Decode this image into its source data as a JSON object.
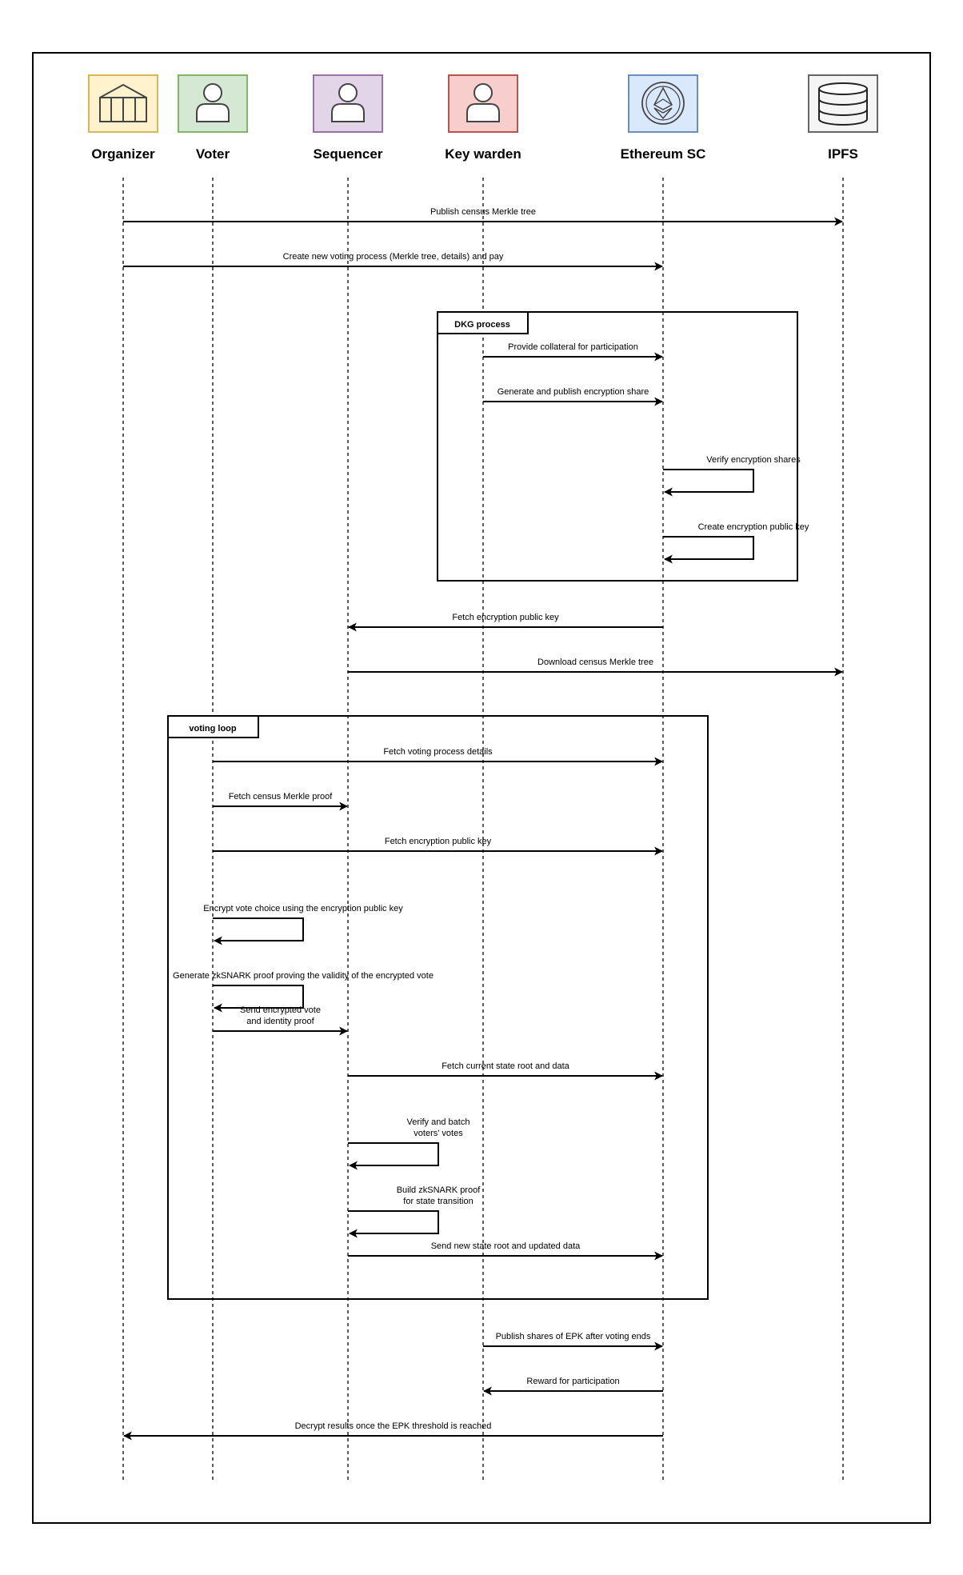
{
  "actors": [
    {
      "id": "organizer",
      "name": "Organizer",
      "icon": "government-building-icon",
      "fill": "#fff2cc",
      "stroke": "#d6b656"
    },
    {
      "id": "voter",
      "name": "Voter",
      "icon": "user-icon",
      "fill": "#d5e8d4",
      "stroke": "#82b366"
    },
    {
      "id": "sequencer",
      "name": "Sequencer",
      "icon": "user-icon",
      "fill": "#e1d5e7",
      "stroke": "#9673a6"
    },
    {
      "id": "keywarden",
      "name": "Key warden",
      "icon": "user-icon",
      "fill": "#f8cecc",
      "stroke": "#b85450"
    },
    {
      "id": "ethereum",
      "name": "Ethereum SC",
      "icon": "ethereum-icon",
      "fill": "#dae8fc",
      "stroke": "#6c8ebf"
    },
    {
      "id": "ipfs",
      "name": "IPFS",
      "icon": "database-icon",
      "fill": "#f5f5f5",
      "stroke": "#666666"
    }
  ],
  "frames": [
    {
      "id": "dkg",
      "title": "DKG process"
    },
    {
      "id": "voting",
      "title": "voting loop"
    }
  ],
  "messages": [
    {
      "from": "organizer",
      "to": "ipfs",
      "label": [
        "Publish census Merkle tree"
      ]
    },
    {
      "from": "organizer",
      "to": "ethereum",
      "label": [
        "Create new voting process (Merkle tree, details) and pay"
      ]
    },
    {
      "from": "keywarden",
      "to": "ethereum",
      "label": [
        "Provide collateral for participation"
      ]
    },
    {
      "from": "keywarden",
      "to": "ethereum",
      "label": [
        "Generate and publish encryption share"
      ]
    },
    {
      "from": "ethereum",
      "to": "ethereum",
      "label": [
        "Verify encryption shares"
      ]
    },
    {
      "from": "ethereum",
      "to": "ethereum",
      "label": [
        "Create encryption public key"
      ]
    },
    {
      "from": "ethereum",
      "to": "sequencer",
      "label": [
        "Fetch encryption public key"
      ]
    },
    {
      "from": "sequencer",
      "to": "ipfs",
      "label": [
        "Download census Merkle tree"
      ]
    },
    {
      "from": "voter",
      "to": "ethereum",
      "label": [
        "Fetch voting process details"
      ]
    },
    {
      "from": "voter",
      "to": "sequencer",
      "label": [
        "Fetch census Merkle proof"
      ]
    },
    {
      "from": "voter",
      "to": "ethereum",
      "label": [
        "Fetch encryption public key"
      ]
    },
    {
      "from": "voter",
      "to": "voter",
      "label": [
        "Encrypt vote choice using the encryption public key"
      ]
    },
    {
      "from": "voter",
      "to": "voter",
      "label": [
        "Generate zkSNARK proof proving the validity of the encrypted vote"
      ]
    },
    {
      "from": "voter",
      "to": "sequencer",
      "label": [
        "Send encrypted vote",
        "and identity proof"
      ]
    },
    {
      "from": "sequencer",
      "to": "ethereum",
      "label": [
        "Fetch current state root and data"
      ]
    },
    {
      "from": "sequencer",
      "to": "sequencer",
      "label": [
        "Verify and batch",
        "voters' votes"
      ]
    },
    {
      "from": "sequencer",
      "to": "sequencer",
      "label": [
        "Build zkSNARK proof",
        "for state transition"
      ]
    },
    {
      "from": "sequencer",
      "to": "ethereum",
      "label": [
        "Send new state root and updated data"
      ]
    },
    {
      "from": "keywarden",
      "to": "ethereum",
      "label": [
        "Publish shares of EPK after voting ends"
      ]
    },
    {
      "from": "ethereum",
      "to": "keywarden",
      "label": [
        "Reward for participation"
      ]
    },
    {
      "from": "ethereum",
      "to": "organizer",
      "label": [
        "Decrypt results once the EPK threshold is reached"
      ]
    }
  ]
}
